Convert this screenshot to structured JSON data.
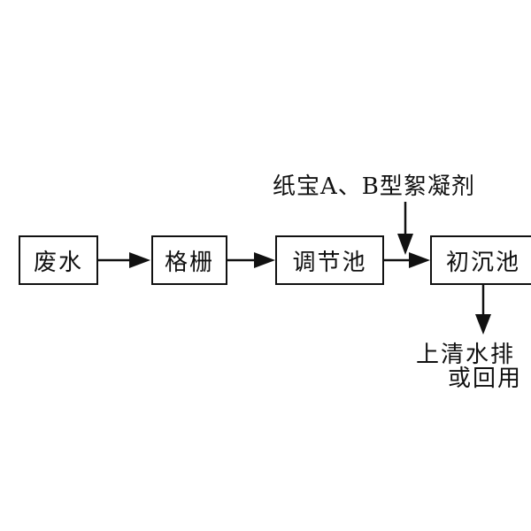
{
  "nodes": {
    "wastewater": "废水",
    "grille": "格栅",
    "regulating_tank": "调节池",
    "primary_sedimentation_tank": "初沉池"
  },
  "inputs": {
    "flocculant": "纸宝A、B型絮凝剂"
  },
  "outputs": {
    "supernatant_line1": "上清水排",
    "supernatant_line2": "或回用"
  },
  "colors": {
    "line": "#111111",
    "background": "#ffffff"
  }
}
